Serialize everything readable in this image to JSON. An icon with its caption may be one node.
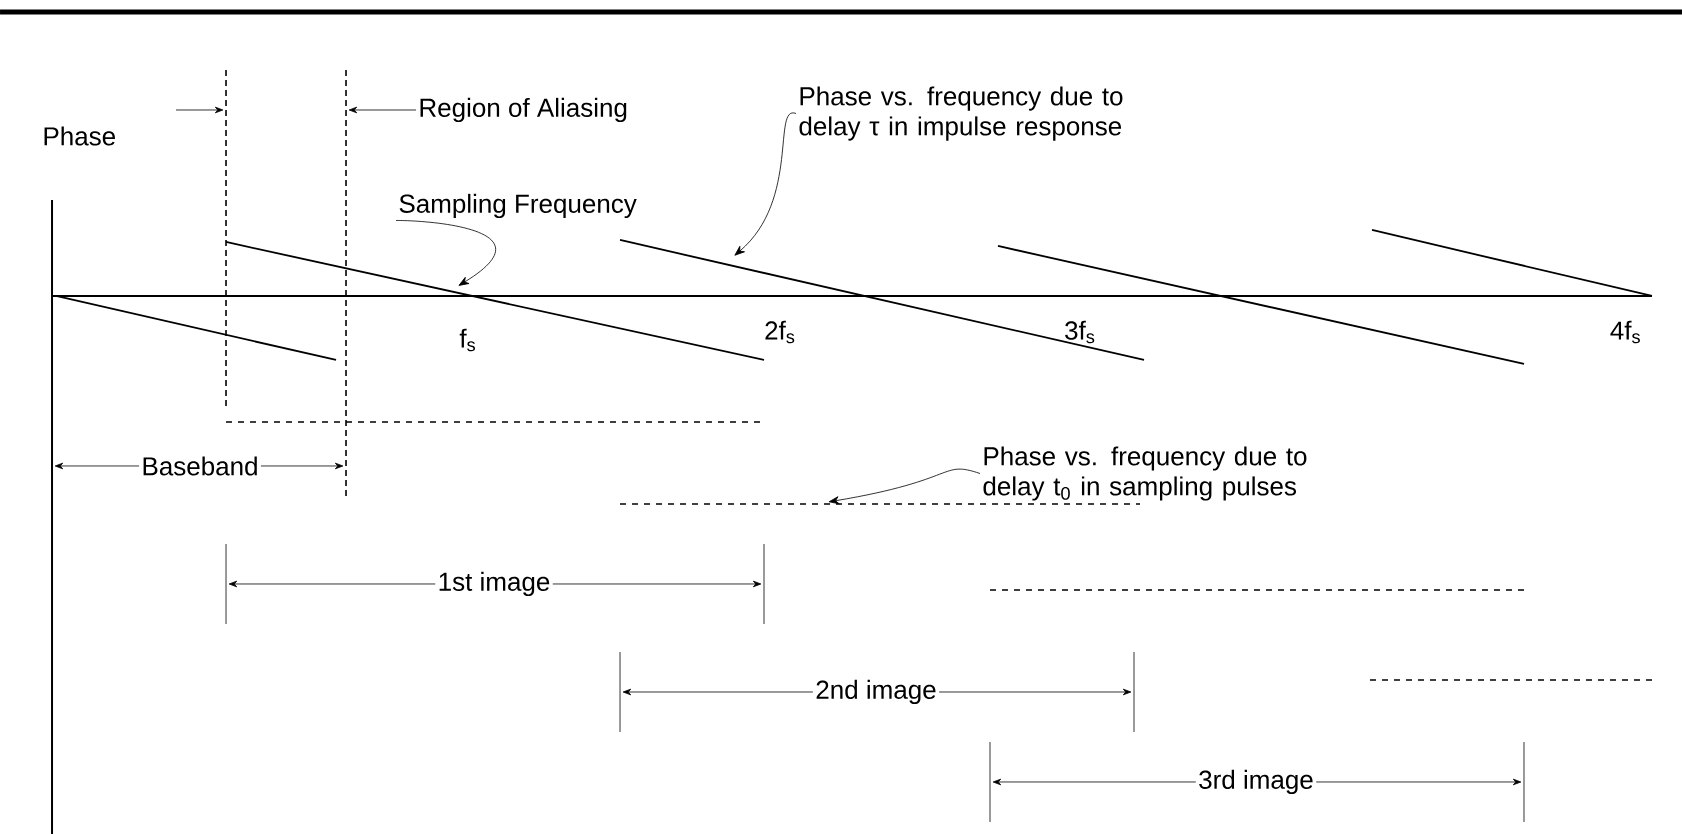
{
  "diagram": {
    "nodes": [
      {
        "text": [
          "Sampling Frequency"
        ]
      },
      {
        "text": [
          "Phase vs. frequency due to delay τ in impulse response"
        ]
      },
      {
        "text": [
          "Phase vs. frequency due to delay t$_{0}$ in sampling pulses"
        ]
      }
    ],
    "edges": [
      {
        "from": 0,
        "to": null,
        "arrow": "to"
      },
      {
        "from": 1,
        "to": null,
        "arrow": "to"
      },
      {
        "from": 2,
        "to": null,
        "arrow": "to"
      }
    ],
    "labels": [
      "Phase",
      "Region of Aliasing",
      "f$_{s}$",
      "2f$_{s}$",
      "3f$_{s}$",
      "4f$_{s}$",
      "Baseband",
      "1st image",
      "2nd image",
      "3rd image"
    ]
  }
}
